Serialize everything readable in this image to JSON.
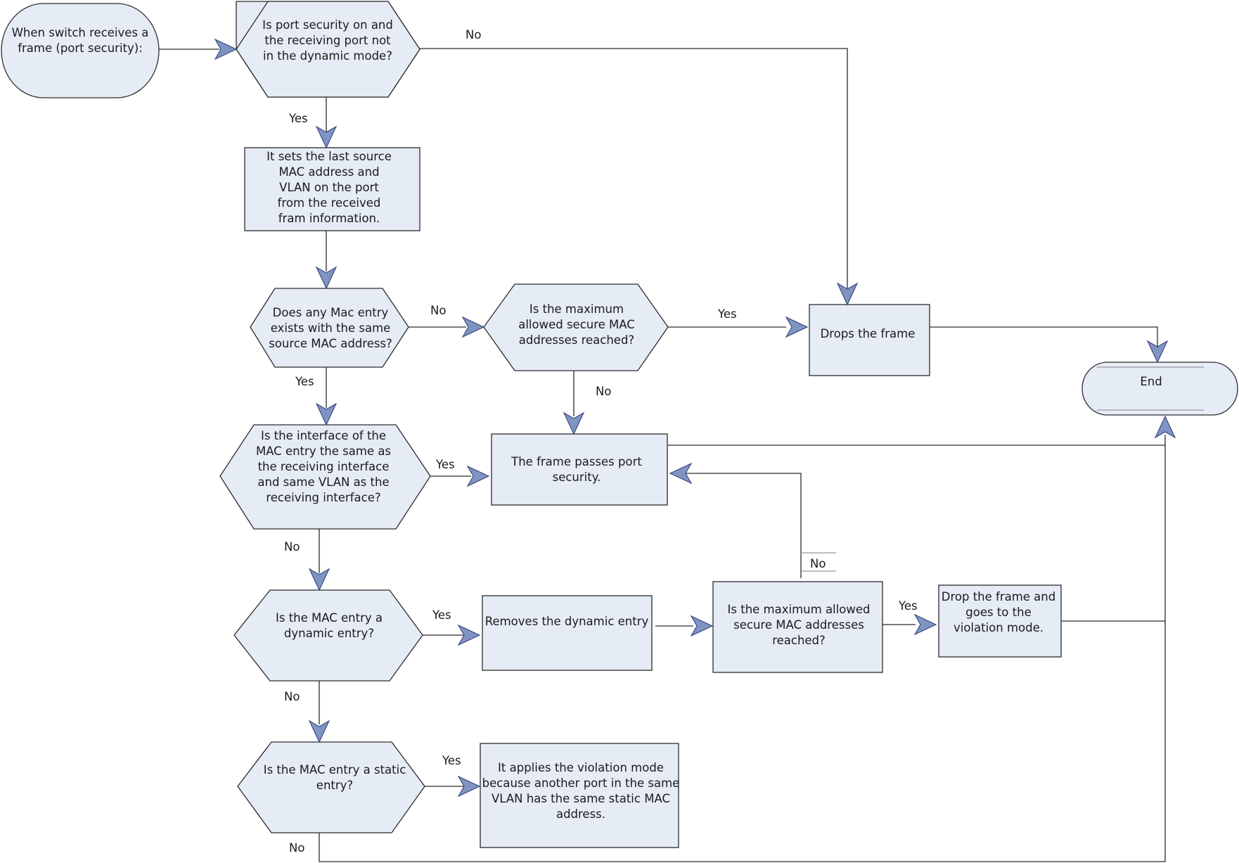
{
  "nodes": {
    "start": {
      "lines": [
        "When switch receives a",
        "frame (port security):"
      ]
    },
    "q_port_security": {
      "lines": [
        "Is port security on and",
        "the receiving port not",
        "in the dynamic mode?"
      ]
    },
    "set_last_source": {
      "lines": [
        "It sets the last source",
        "MAC address and",
        "VLAN on the port",
        "from the received",
        "fram information."
      ]
    },
    "q_mac_entry_exists": {
      "lines": [
        "Does any Mac entry",
        "exists with the same",
        "source MAC address?"
      ]
    },
    "q_max_reached_1": {
      "lines": [
        "Is the maximum",
        "allowed secure MAC",
        "addresses reached?"
      ]
    },
    "drops_frame": {
      "lines": [
        "Drops the frame"
      ]
    },
    "end": {
      "lines": [
        "End"
      ]
    },
    "q_same_interface": {
      "lines": [
        "Is the interface of the",
        "MAC entry the same as",
        "the receiving interface",
        "and same VLAN as the",
        "receiving interface?"
      ]
    },
    "frame_passes": {
      "lines": [
        "The frame passes port",
        "security."
      ]
    },
    "q_dynamic_entry": {
      "lines": [
        "Is the MAC entry a",
        "dynamic entry?"
      ]
    },
    "remove_dynamic": {
      "lines": [
        "Removes the dynamic entry"
      ]
    },
    "q_max_reached_2": {
      "lines": [
        "Is the maximum allowed",
        "secure MAC addresses",
        "reached?"
      ]
    },
    "drop_violation": {
      "lines": [
        "Drop the frame and",
        "goes to the",
        "violation mode."
      ]
    },
    "q_static_entry": {
      "lines": [
        "Is the MAC entry a static",
        "entry?"
      ]
    },
    "apply_violation": {
      "lines": [
        "It applies the violation mode",
        "because another port in the same",
        "VLAN has the same static MAC",
        "address."
      ]
    }
  },
  "edge_labels": {
    "port_security_no": "No",
    "port_security_yes": "Yes",
    "mac_exists_no": "No",
    "mac_exists_yes": "Yes",
    "max1_yes": "Yes",
    "max1_no": "No",
    "same_interface_yes": "Yes",
    "same_interface_no": "No",
    "dynamic_yes": "Yes",
    "dynamic_no": "No",
    "max2_yes": "Yes",
    "max2_no": "No",
    "static_yes": "Yes",
    "static_no": "No"
  }
}
